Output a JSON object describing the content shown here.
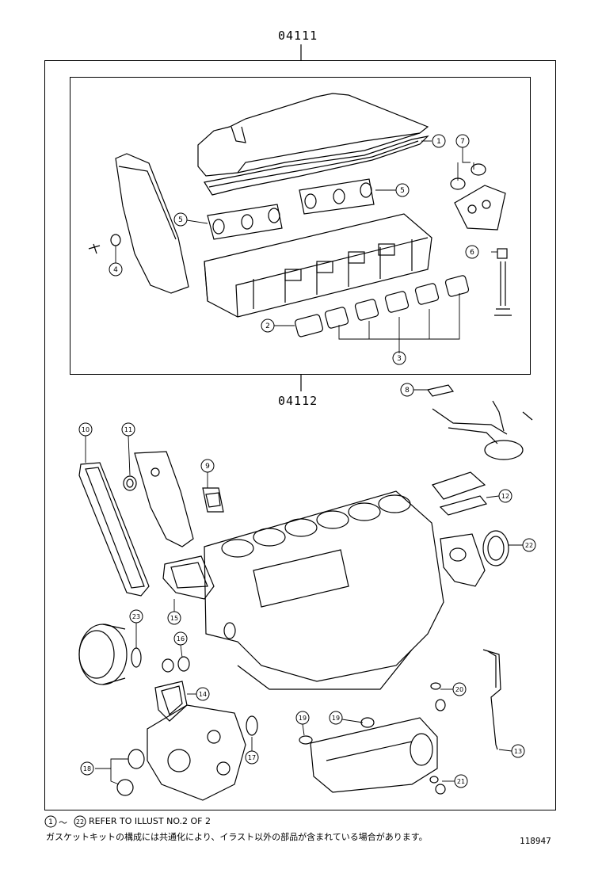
{
  "diagram": {
    "group_upper_label": "04111",
    "group_lower_label": "04112",
    "callouts": [
      "1",
      "2",
      "3",
      "4",
      "5",
      "5",
      "6",
      "7",
      "8",
      "9",
      "10",
      "11",
      "12",
      "13",
      "14",
      "15",
      "16",
      "17",
      "18",
      "19",
      "19",
      "20",
      "21",
      "22",
      "23"
    ]
  },
  "notes": {
    "refer_start": "1",
    "tilde": "～",
    "refer_end": "22",
    "refer_text": "REFER TO ILLUST NO.2 OF 2",
    "japanese_note": "ガスケットキットの構成には共通化により、イラスト以外の部品が含まれている場合があります。",
    "document_number": "118947"
  }
}
